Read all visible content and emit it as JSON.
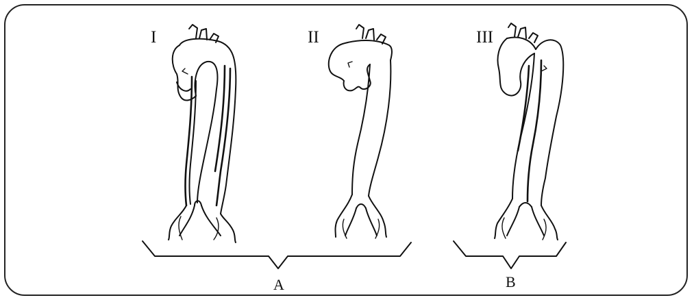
{
  "figure": {
    "panels": [
      {
        "id": "panel-1",
        "label": "I"
      },
      {
        "id": "panel-2",
        "label": "II"
      },
      {
        "id": "panel-3",
        "label": "III"
      }
    ],
    "groups": [
      {
        "id": "group-a",
        "label": "A"
      },
      {
        "id": "group-b",
        "label": "B"
      }
    ]
  }
}
